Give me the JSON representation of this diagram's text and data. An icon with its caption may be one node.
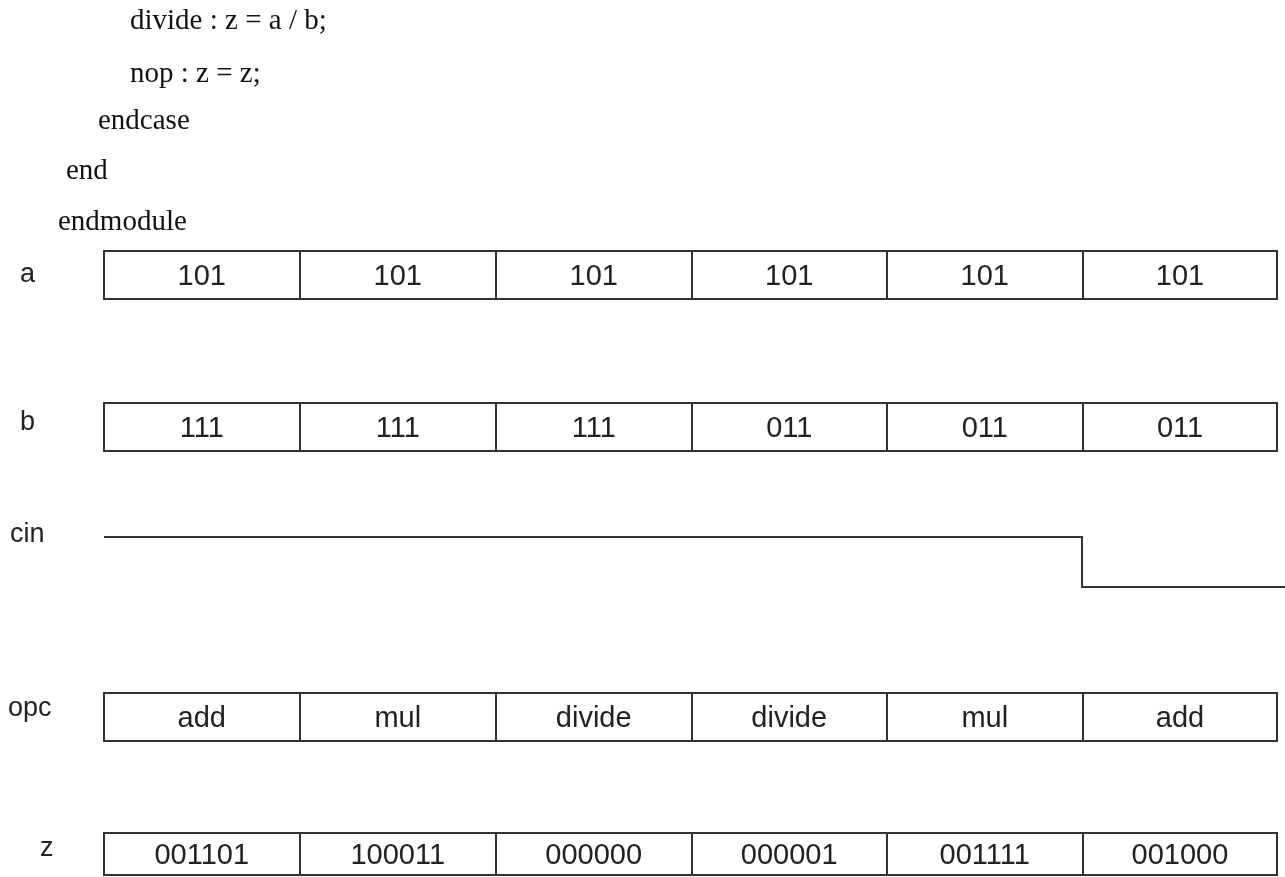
{
  "diagram": {
    "labels": [
      "divide : z = a / b;",
      "nop : z = z;",
      "endcase",
      "end",
      "endmodule",
      "a",
      "101",
      "101",
      "101",
      "101",
      "101",
      "101",
      "b",
      "111",
      "111",
      "111",
      "011",
      "011",
      "011",
      "cin",
      "opc",
      "add",
      "mul",
      "divide",
      "divide",
      "mul",
      "add",
      "z",
      "001101",
      "100011",
      "000000",
      "000001",
      "001111",
      "001000"
    ]
  }
}
